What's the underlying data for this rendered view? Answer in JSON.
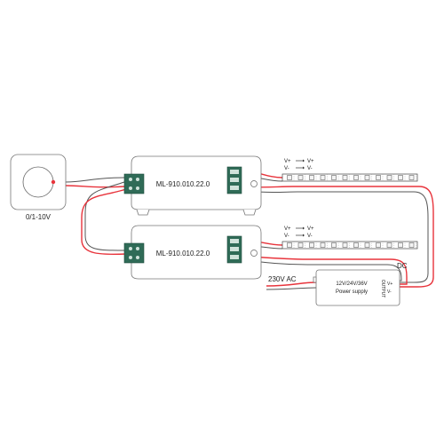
{
  "dimmer": {
    "label": "0/1-10V"
  },
  "controllers": [
    {
      "model": "ML-910.010.22.0"
    },
    {
      "model": "ML-910.010.22.0"
    }
  ],
  "strips": [
    {
      "legend_left": [
        "V+",
        "V-"
      ],
      "legend_right": [
        "V+",
        "V-"
      ]
    },
    {
      "legend_left": [
        "V+",
        "V-"
      ],
      "legend_right": [
        "V+",
        "V-"
      ]
    }
  ],
  "power_supply": {
    "input_label": "230V AC",
    "voltage": "12V/24V/36V",
    "name": "Power supply",
    "output_label": "OUTPUT",
    "output_pins": [
      "V+",
      "V-"
    ],
    "dc_label": "DC"
  },
  "colors": {
    "wire_positive": "#e8343c",
    "wire_negative": "#555555",
    "terminal": "#2f6b57"
  }
}
